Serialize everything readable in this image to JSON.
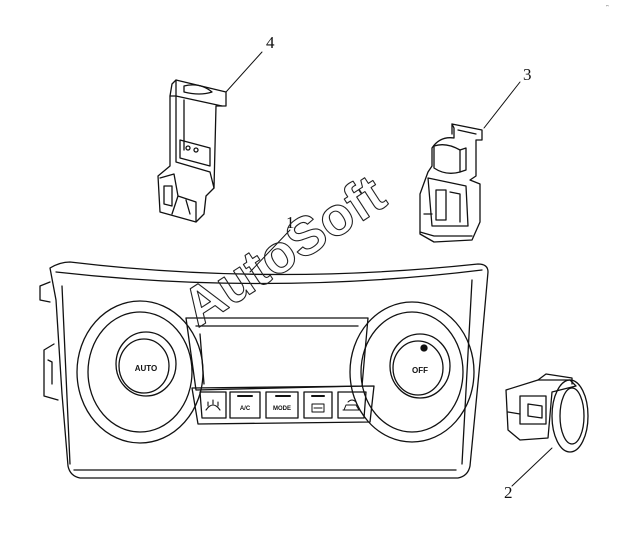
{
  "callouts": [
    "1",
    "2",
    "3",
    "4"
  ],
  "buttons": [
    "",
    "A/C",
    "MODE",
    "",
    ""
  ],
  "knobs": {
    "left_label": "AUTO",
    "right_label": "OFF"
  },
  "watermark": "AutoSoft",
  "corner_mark": "ᵔ"
}
